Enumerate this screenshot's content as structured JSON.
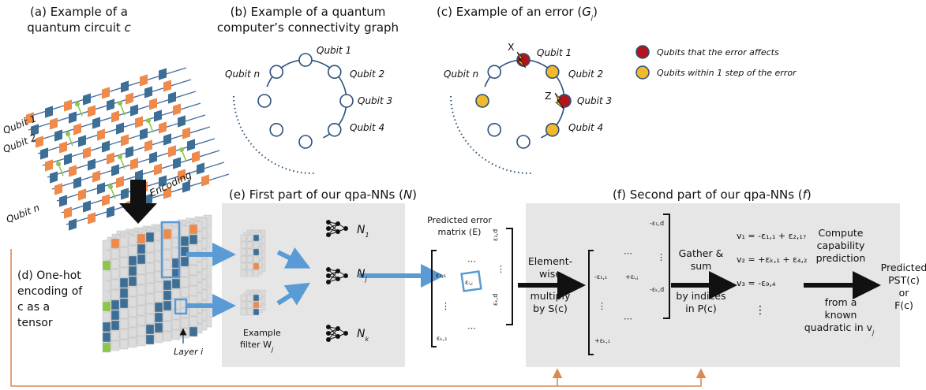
{
  "panel_a": {
    "title_line1": "(a) Example of a",
    "title_line2": "quantum circuit ",
    "title_var": "c",
    "qubit_labels": [
      "Qubit 1",
      "Qubit 2",
      "Qubit n"
    ],
    "encoding_label": "Encoding"
  },
  "panel_b": {
    "title_line1": "(b) Example of a quantum",
    "title_line2": "computer’s connectivity graph",
    "qubit_labels": [
      "Qubit 1",
      "Qubit 2",
      "Qubit 3",
      "Qubit 4",
      "Qubit n"
    ]
  },
  "panel_c": {
    "title": "(c) Example of an error (",
    "title_var": "G",
    "title_sub": "j",
    "title_end": ")",
    "qubit_labels": [
      "Qubit 1",
      "Qubit 2",
      "Qubit 3",
      "Qubit 4",
      "Qubit n"
    ],
    "error_labels": [
      "X",
      "Z"
    ]
  },
  "legend": {
    "affects": "Qubits that the error affects",
    "within": "Qubits within 1 step of the error",
    "affects_color": "#b3151b",
    "within_color": "#f2b92a"
  },
  "panel_d": {
    "lines": [
      "(d) One-hot",
      "encoding of",
      "c as a",
      "tensor"
    ],
    "layer_label": "Layer "
  },
  "panel_e": {
    "title": "(e) First part of our qpa-NNs (",
    "title_var": "N",
    "title_end": ")",
    "filter_label": "Example",
    "filter_label2": "filter W",
    "filter_sub": "j",
    "nets": [
      {
        "name": "N",
        "sub": "1"
      },
      {
        "name": "N",
        "sub": "j"
      },
      {
        "name": "N",
        "sub": "k"
      }
    ],
    "matrix_title1": "Predicted error",
    "matrix_title2": "matrix (E)"
  },
  "panel_f": {
    "title": "(f) Second part of our qpa-NNs (",
    "title_var": "f",
    "title_end": ")",
    "elementwise": [
      "Element-",
      "wise",
      "multiply",
      "by S(c)"
    ],
    "gather": [
      "Gather &",
      "sum",
      "by indices",
      "in P(c)"
    ],
    "equations": [
      "v₁ = -ε₁,₁ + ε₂,₁₇",
      "v₂ = +εₖ,₁ + ε₄,₂",
      "v₃ = -ε₉,₄",
      "⋮"
    ],
    "compute": [
      "Compute",
      "capability",
      "prediction",
      "from a",
      "known",
      "quadratic in v"
    ],
    "output": [
      "Predicted",
      "PST(c)",
      "or",
      "F(c)"
    ]
  },
  "colors": {
    "orange": "#ef8a4a",
    "blue": "#3d6f96",
    "green": "#8dc64a",
    "arrow_blue": "#5b9bd5",
    "panel_gray": "#e6e6e6",
    "feedback": "#d98a55"
  }
}
